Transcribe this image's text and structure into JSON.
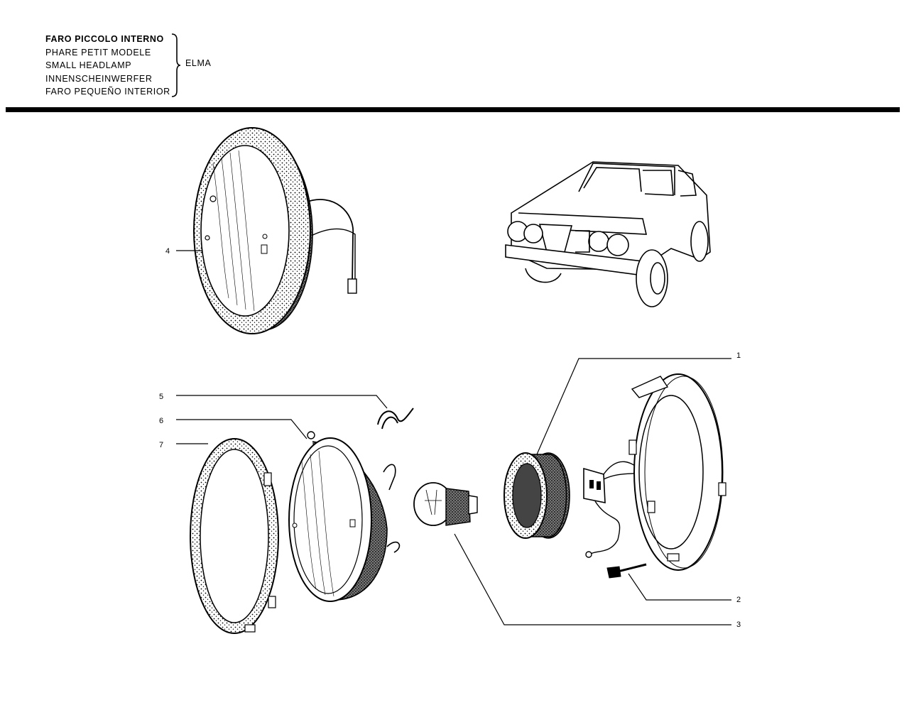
{
  "header": {
    "titles": [
      "FARO PICCOLO INTERNO",
      "PHARE PETIT MODELE",
      "SMALL HEADLAMP",
      "INNENSCHEINWERFER",
      "FARO PEQUEÑO INTERIOR"
    ],
    "supplier": "ELMA"
  },
  "callouts": {
    "c1": "1",
    "c2": "2",
    "c3": "3",
    "c4": "4",
    "c5": "5",
    "c6": "6",
    "c7": "7"
  }
}
